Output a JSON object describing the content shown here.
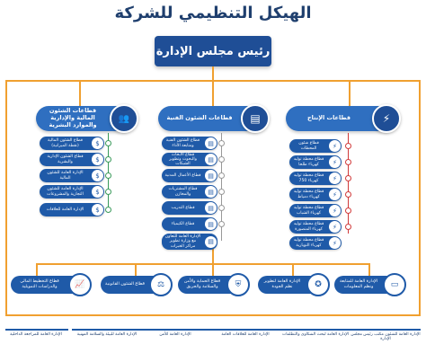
{
  "title": "الهيكل التنظيمي للشركة",
  "board": "رئيس مجلس الإدارة",
  "sectors": [
    {
      "label": "قطاعات الإنتاج",
      "icon": "lightning-icon",
      "glyph": "⚡",
      "items": [
        "قطاع شئون المحطات",
        "قطاع محطة توليد كهرباء طلخا",
        "قطاع محطة توليد كهرباء 750",
        "قطاع محطة توليد كهرباء دمياط",
        "قطاع محطة توليد كهرباء الشباب",
        "قطاع محطة توليد كهرباء المنصورة",
        "قطاع محطة توليد كهرباء النوبارية"
      ]
    },
    {
      "label": "قطاعات الشئون الفنية",
      "icon": "presentation-icon",
      "glyph": "▤",
      "items": [
        "قطاع الشئون الفنية ومتابعة الأداء",
        "قطاع الأبحاث والبحوث وتطوير الشبكات",
        "قطاع الأعمال المدنية",
        "قطاع المشتريات والمخازن",
        "قطاع التدريب",
        "قطاع الكيمياء",
        "الإدارة العامة للتعاون مع وزارة تطوير مراكز الخبرات"
      ]
    },
    {
      "label": "قطاعات الشئون المالية والإدارية والموارد البشرية",
      "icon": "team-icon",
      "glyph": "👥",
      "items": [
        "قطاع الشئون المالية (نقطة الميزانية)",
        "قطاع الشئون الإدارية والبشرية",
        "الإدارة العامة للشئون المالية",
        "الإدارة العامة للشئون التجارية والمشروعات",
        "الإدارة العامة للعلاقات"
      ]
    }
  ],
  "bottom": [
    {
      "label": "الإدارة العامة للمتابعة ونظم المعلومات",
      "icon": "monitor-icon",
      "glyph": "▭",
      "sub": "الإدارة العامة للشئون مكتب رئيس مجلس الإدارة"
    },
    {
      "label": "الإدارة العامة لتطوير نظم الجودة",
      "icon": "medal-icon",
      "glyph": "✪",
      "sub": "الإدارة العامة لبحث الشكاوى والتظلمات"
    },
    {
      "label": "قطاع الحماية والأمن والسلامة والحريق",
      "icon": "shield-icon",
      "glyph": "⛨",
      "sub": "الإدارة العامة للعلاقات العامة"
    },
    {
      "label": "قطاع الشئون القانونية",
      "icon": "scales-icon",
      "glyph": "⚖",
      "sub": "الإدارة العامة للأمن"
    },
    {
      "label": "قطاع التخطيط المالي والدراسات التمويلية",
      "icon": "growth-chart-icon",
      "glyph": "📈",
      "sub": "الإدارة العامة للبيئة والسلامة المهنية"
    },
    {
      "label": "",
      "icon": "",
      "glyph": "",
      "sub": "الإدارة العامة للمراجعة الداخلية"
    }
  ],
  "colors": {
    "navy": "#1f4e96",
    "item_blue": "#1f5aa8",
    "connector": "#f0a030",
    "header_light": "#2f6fc0"
  }
}
